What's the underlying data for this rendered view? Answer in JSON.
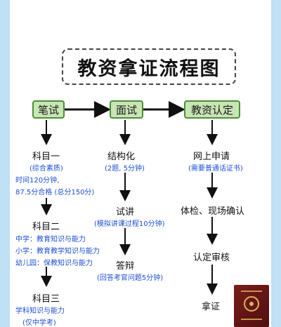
{
  "title": "教资拿证流程图",
  "stages": [
    "笔试",
    "面试",
    "教资认定"
  ],
  "written": {
    "k1": {
      "title": "科目一",
      "sub": "(综合素质)",
      "l1": "时间120分钟,",
      "l2": "87.5分合格 (总分150分)"
    },
    "k2": {
      "title": "科目二",
      "l1": "中学：教育知识与能力",
      "l2": "小学：教育教学知识与能力",
      "l3": "幼儿园：保教知识与能力"
    },
    "k3": {
      "title": "科目三",
      "l1": "学科知识与能力",
      "l2": "(仅中学考)"
    }
  },
  "interview": {
    "s1": {
      "title": "结构化",
      "sub": "(2题, 5分钟)"
    },
    "s2": {
      "title": "试讲",
      "sub": "(模拟讲课过程10分钟)"
    },
    "s3": {
      "title": "答辩",
      "sub": "(回答考官问题5分钟)"
    }
  },
  "cert": {
    "s1": {
      "title": "网上申请",
      "sub": "(需要普通话证书)"
    },
    "s2": {
      "title": "体检、现场确认"
    },
    "s3": {
      "title": "认定审核"
    },
    "s4": {
      "title": "拿证"
    }
  },
  "colors": {
    "stage_fill": "#c9e5b5",
    "stage_border": "#4a8f39",
    "note_blue": "#1d4fd8"
  },
  "icons": [
    "certificate-icon"
  ]
}
